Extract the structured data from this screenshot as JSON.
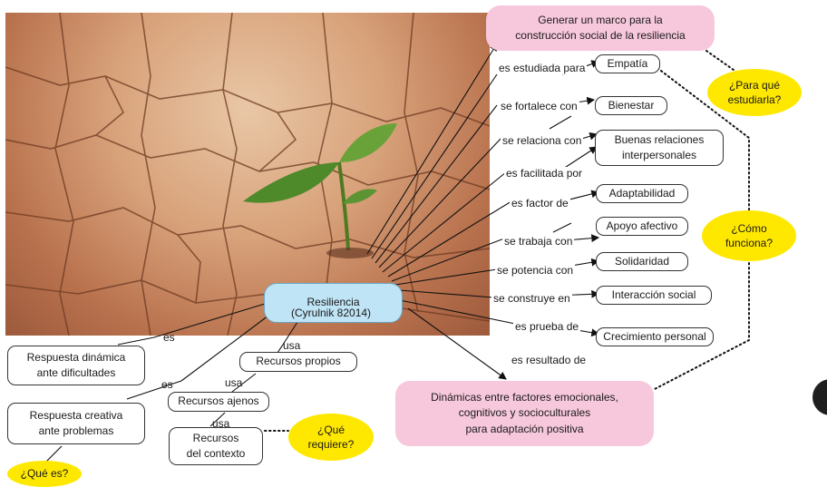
{
  "photo": {
    "alt_icon": "seedling-in-cracked-earth"
  },
  "center": {
    "title": "Resiliencia",
    "subtitle": "(Cyrulnik 82014)"
  },
  "top_goal": "Generar un marco para la\nconstrucción social de la resiliencia",
  "bottom_goal": "Dinámicas entre factores emocionales,\ncognitivos y socioculturales\npara adaptación positiva",
  "relations": [
    {
      "link": "es estudiada para",
      "target": "Empatía"
    },
    {
      "link": "se fortalece con",
      "target": "Bienestar"
    },
    {
      "link": "se relaciona con",
      "target": "Buenas  relaciones\ninterpersonales"
    },
    {
      "link": "es facilitada por",
      "target": ""
    },
    {
      "link": "es factor de",
      "target": "Adaptabilidad"
    },
    {
      "link": "se trabaja con",
      "target": "Apoyo afectivo"
    },
    {
      "link": "se potencia con",
      "target": "Solidaridad"
    },
    {
      "link": "se construye en",
      "target": "Interacción social"
    },
    {
      "link": "es prueba de",
      "target": "Crecimiento personal"
    },
    {
      "link": "es resultado de",
      "target": ""
    }
  ],
  "definitions": {
    "link1": "es",
    "def1": "Respuesta dinámica\nante dificultades",
    "link2": "es",
    "def2": "Respuesta creativa\nante problemas"
  },
  "resources": {
    "use1": "usa",
    "res1": "Recursos propios",
    "use2": "usa",
    "res2": "Recursos ajenos",
    "use3": "usa",
    "res3": "Recursos\ndel contexto"
  },
  "questions": {
    "para_que": "¿Para qué\nestudiarla?",
    "como": "¿Cómo\nfunciona?",
    "que_requiere": "¿Qué\nrequiere?",
    "que_es": "¿Qué es?"
  },
  "colors": {
    "yellow": "#ffe800",
    "pink": "#f7c8dc",
    "blue": "#bfe4f5"
  }
}
